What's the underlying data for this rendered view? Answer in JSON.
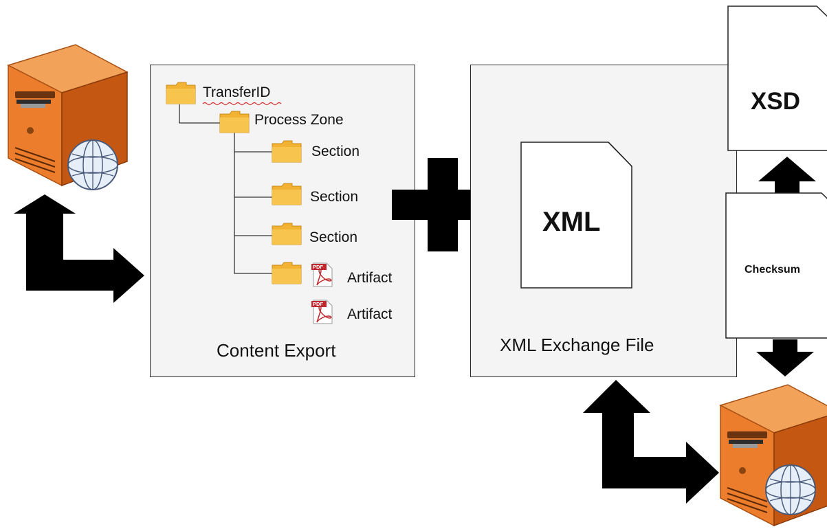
{
  "content_export": {
    "caption": "Content Export",
    "tree": {
      "root": "TransferID",
      "process_zone": "Process Zone",
      "sections": [
        "Section",
        "Section",
        "Section"
      ],
      "artifacts": [
        "Artifact",
        "Artifact"
      ],
      "pdf_badge": "PDF"
    }
  },
  "xml_exchange": {
    "caption": "XML Exchange File",
    "document_label": "XML"
  },
  "side_documents": {
    "xsd_label": "XSD",
    "checksum_label": "Checksum"
  },
  "colors": {
    "server_orange": "#e8731a",
    "folder_yellow": "#f2b233",
    "panel_bg": "#f4f4f4",
    "arrow": "#000000",
    "pdf_red": "#c0282d"
  },
  "icons": [
    "server-icon",
    "globe-icon",
    "folder-icon",
    "pdf-icon",
    "plus-icon",
    "arrow-icon"
  ]
}
